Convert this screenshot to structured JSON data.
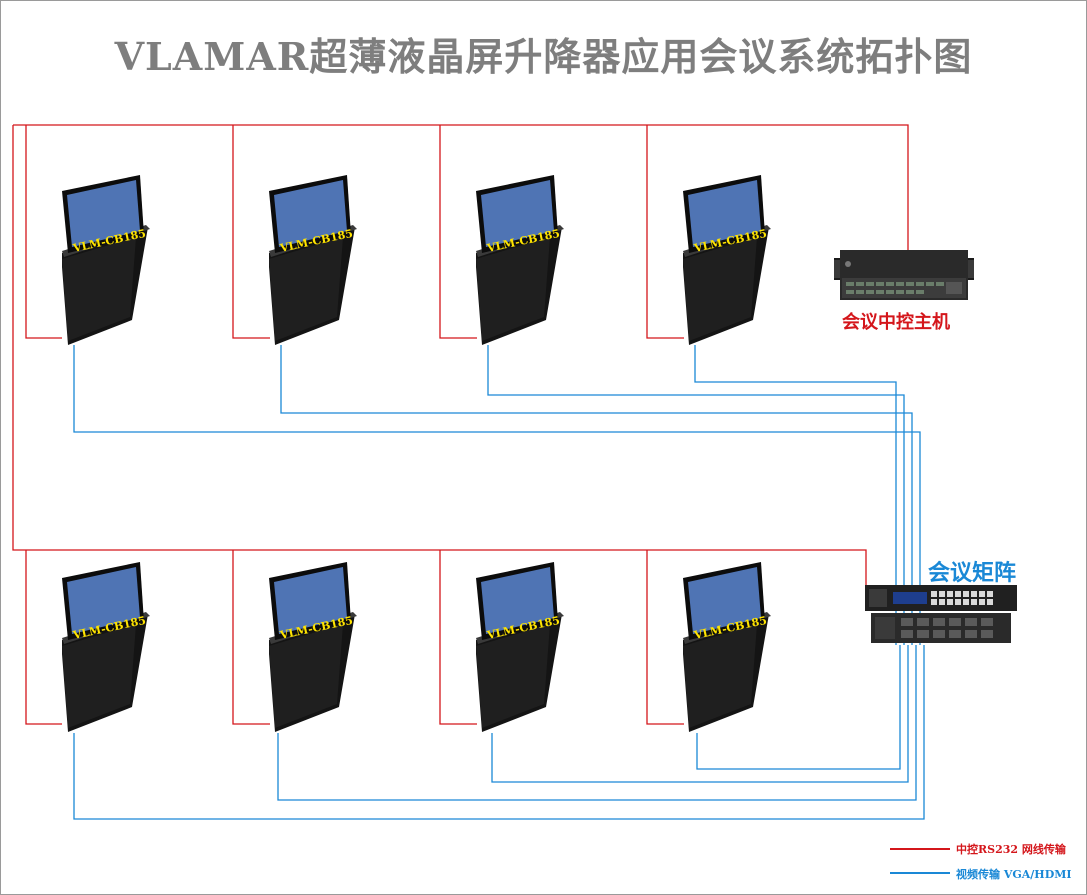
{
  "title": "VLAMAR超薄液晶屏升降器应用会议系统拓扑图",
  "device_model_label": "VLM-CB185",
  "units": [
    {
      "model": "VLM-CB185"
    },
    {
      "model": "VLM-CB185"
    },
    {
      "model": "VLM-CB185"
    },
    {
      "model": "VLM-CB185"
    },
    {
      "model": "VLM-CB185"
    },
    {
      "model": "VLM-CB185"
    },
    {
      "model": "VLM-CB185"
    },
    {
      "model": "VLM-CB185"
    }
  ],
  "central_control_label": "会议中控主机",
  "matrix_label": "会议矩阵",
  "legend": {
    "red_label": "中控RS232 网线传输",
    "blue_label": "视频传输 VGA/HDMI"
  },
  "colors": {
    "control_line": "#d4161b",
    "video_line": "#1a88d6",
    "title": "#7e7e7e",
    "screen": "#4f74b4",
    "label_yellow": "#ffe400"
  }
}
